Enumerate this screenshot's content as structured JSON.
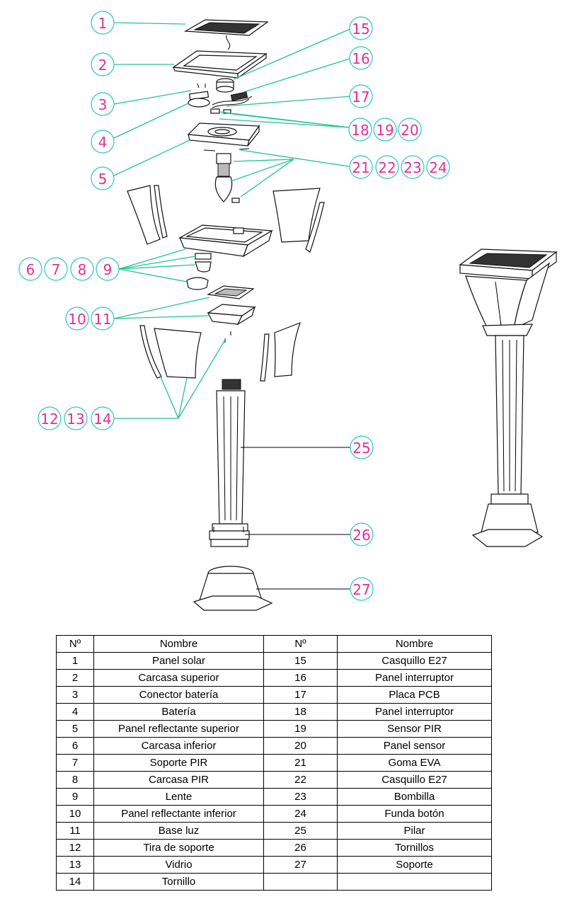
{
  "callouts": {
    "c1": "1",
    "c2": "2",
    "c3": "3",
    "c4": "4",
    "c5": "5",
    "c6": "6",
    "c7": "7",
    "c8": "8",
    "c9": "9",
    "c10": "10",
    "c11": "11",
    "c12": "12",
    "c13": "13",
    "c14": "14",
    "c15": "15",
    "c16": "16",
    "c17": "17",
    "c18": "18",
    "c19": "19",
    "c20": "20",
    "c21": "21",
    "c22": "22",
    "c23": "23",
    "c24": "24",
    "c25": "25",
    "c26": "26",
    "c27": "27"
  },
  "table": {
    "headers": {
      "no": "Nº",
      "name": "Nombre",
      "no2": "Nº",
      "name2": "Nombre"
    },
    "rows": [
      {
        "no": "1",
        "name": "Panel solar",
        "no2": "15",
        "name2": "Casquillo E27"
      },
      {
        "no": "2",
        "name": "Carcasa superior",
        "no2": "16",
        "name2": "Panel interruptor"
      },
      {
        "no": "3",
        "name": "Conector batería",
        "no2": "17",
        "name2": "Placa PCB"
      },
      {
        "no": "4",
        "name": "Batería",
        "no2": "18",
        "name2": "Panel interruptor"
      },
      {
        "no": "5",
        "name": "Panel reflectante superior",
        "no2": "19",
        "name2": "Sensor PIR"
      },
      {
        "no": "6",
        "name": "Carcasa inferior",
        "no2": "20",
        "name2": "Panel sensor"
      },
      {
        "no": "7",
        "name": "Soporte PIR",
        "no2": "21",
        "name2": "Goma EVA"
      },
      {
        "no": "8",
        "name": "Carcasa PIR",
        "no2": "22",
        "name2": "Casquillo E27"
      },
      {
        "no": "9",
        "name": "Lente",
        "no2": "23",
        "name2": "Bombilla"
      },
      {
        "no": "10",
        "name": "Panel reflectante inferior",
        "no2": "24",
        "name2": "Funda botón"
      },
      {
        "no": "11",
        "name": "Base luz",
        "no2": "25",
        "name2": "Pilar"
      },
      {
        "no": "12",
        "name": "Tira de soporte",
        "no2": "26",
        "name2": "Tornillos"
      },
      {
        "no": "13",
        "name": "Vidrio",
        "no2": "27",
        "name2": "Soporte"
      },
      {
        "no": "14",
        "name": "Tornillo",
        "no2": "",
        "name2": ""
      }
    ]
  }
}
